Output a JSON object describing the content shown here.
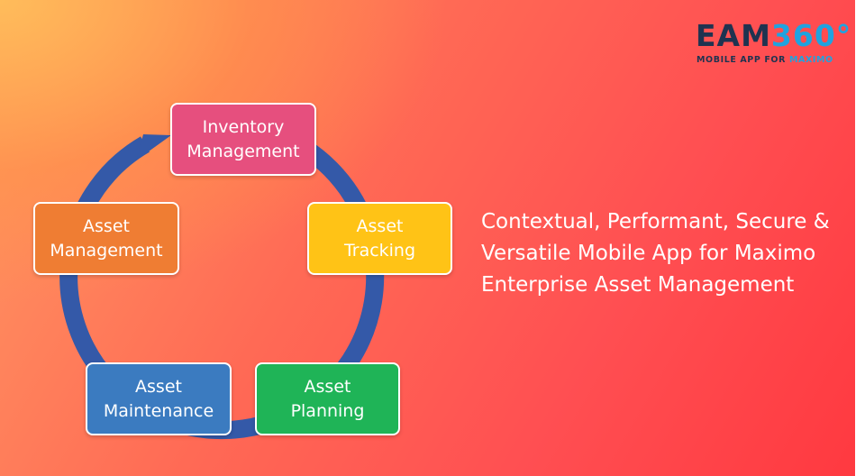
{
  "logo": {
    "text_dark": "EAM",
    "text_accent": "360°",
    "tagline_dark": "MOBILE APP FOR ",
    "tagline_accent": "MAXIMO",
    "dark_color": "#1f3350",
    "accent_color": "#1fa3e0"
  },
  "diagram": {
    "nodes": [
      {
        "line1": "Inventory",
        "line2": "Management",
        "color": "#e64f7e"
      },
      {
        "line1": "Asset",
        "line2": "Tracking",
        "color": "#ffc316"
      },
      {
        "line1": "Asset",
        "line2": "Planning",
        "color": "#1fb457"
      },
      {
        "line1": "Asset",
        "line2": "Maintenance",
        "color": "#3b7bc0"
      },
      {
        "line1": "Asset",
        "line2": "Management",
        "color": "#ef7d33"
      }
    ],
    "ring_color": "#3459a8"
  },
  "tagline": {
    "line1": "Contextual, Performant, Secure &",
    "line2": "Versatile Mobile App for Maximo",
    "line3": "Enterprise Asset Management"
  }
}
